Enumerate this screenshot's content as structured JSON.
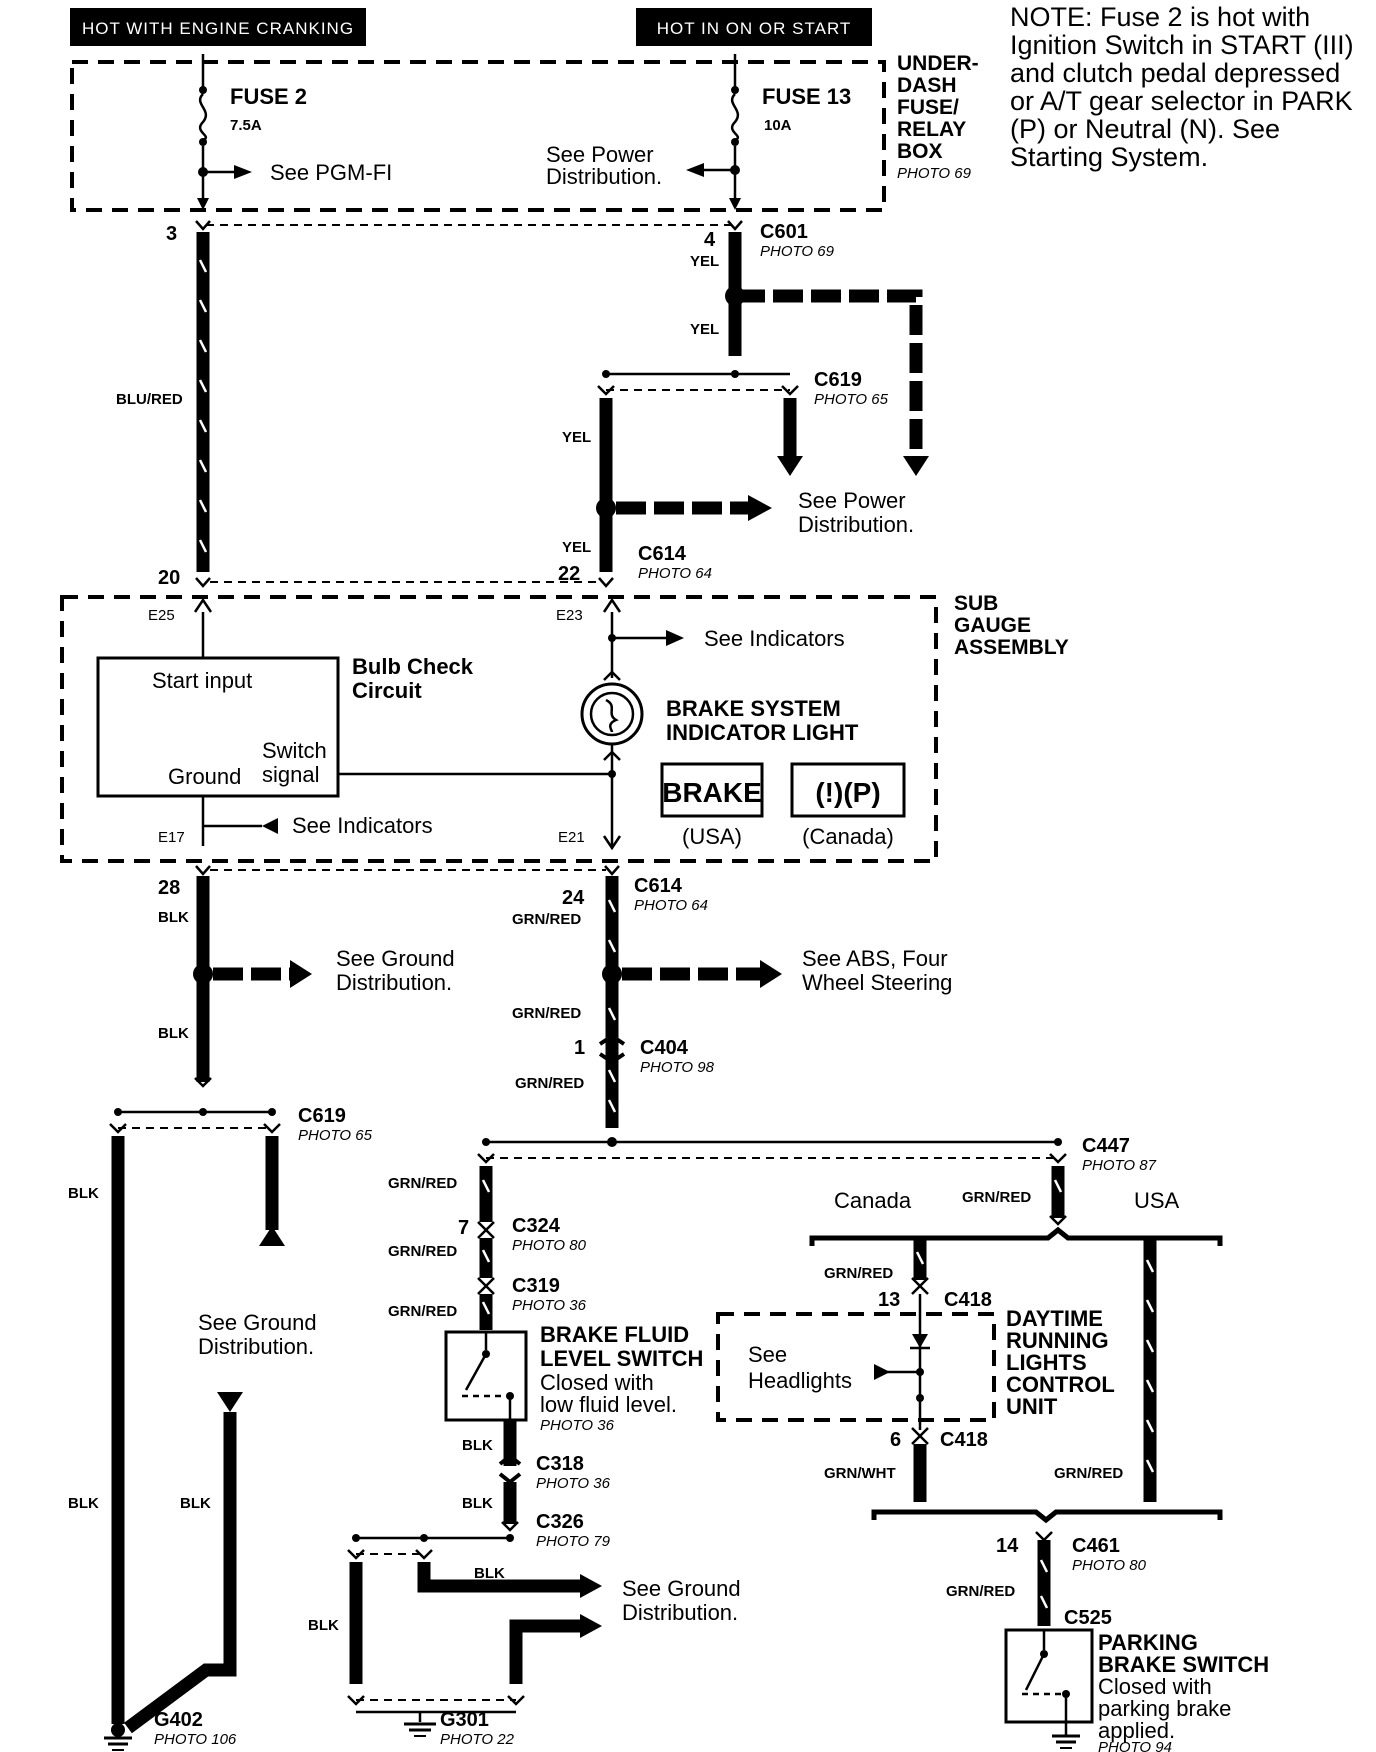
{
  "headers": {
    "engine_cranking": "HOT WITH ENGINE CRANKING",
    "on_or_start": "HOT IN ON OR START"
  },
  "note": [
    "NOTE: Fuse 2 is hot with",
    "Ignition Switch in START (III)",
    "and clutch pedal depressed",
    "or A/T gear selector in PARK",
    "(P) or Neutral (N). See",
    "Starting System."
  ],
  "fusebox": {
    "title": [
      "UNDER-",
      "DASH",
      "FUSE/",
      "RELAY",
      "BOX"
    ],
    "photo": "PHOTO 69",
    "fuse2_name": "FUSE 2",
    "fuse2_amp": "7.5A",
    "fuse13_name": "FUSE 13",
    "fuse13_amp": "10A",
    "see_pgm": "See PGM-FI",
    "see_power": [
      "See Power",
      "Distribution."
    ]
  },
  "connectors": {
    "pin3": "3",
    "pin4": "4",
    "c601": "C601",
    "c601_photo": "PHOTO 69",
    "c619a": "C619",
    "c619a_photo": "PHOTO 65",
    "see_power2": [
      "See Power",
      "Distribution."
    ],
    "pin20": "20",
    "pin22": "22",
    "c614a": "C614",
    "c614a_photo": "PHOTO 64",
    "pin28": "28",
    "pin24": "24",
    "c614b": "C614",
    "c614b_photo": "PHOTO 64",
    "pin1": "1",
    "c404": "C404",
    "c404_photo": "PHOTO 98",
    "c619b": "C619",
    "c619b_photo": "PHOTO 65",
    "c447": "C447",
    "c447_photo": "PHOTO 87",
    "pin7": "7",
    "c324": "C324",
    "c324_photo": "PHOTO 80",
    "c319": "C319",
    "c319_photo": "PHOTO 36",
    "c318": "C318",
    "c318_photo": "PHOTO 36",
    "c326": "C326",
    "c326_photo": "PHOTO 79",
    "pin13": "13",
    "c418a": "C418",
    "pin6": "6",
    "c418b": "C418",
    "pin14": "14",
    "c461": "C461",
    "c461_photo": "PHOTO 80",
    "c525": "C525"
  },
  "wires": {
    "yel": "YEL",
    "blu_red": "BLU/RED",
    "blk": "BLK",
    "grn_red": "GRN/RED",
    "grn_wht": "GRN/WHT"
  },
  "gauge": {
    "title": [
      "SUB",
      "GAUGE",
      "ASSEMBLY"
    ],
    "e25": "E25",
    "e23": "E23",
    "e17": "E17",
    "e21": "E21",
    "bulb_check": [
      "Bulb Check",
      "Circuit"
    ],
    "start_input": "Start input",
    "switch_signal": [
      "Switch",
      "signal"
    ],
    "ground": "Ground",
    "see_indicators": "See Indicators",
    "brake_light": [
      "BRAKE SYSTEM",
      "INDICATOR LIGHT"
    ],
    "brake_symbol": "BRAKE",
    "canada_symbol": "(!)(P)",
    "usa": "(USA)",
    "canada": "(Canada)"
  },
  "lower": {
    "see_ground": [
      "See Ground",
      "Distribution."
    ],
    "see_abs": [
      "See ABS, Four",
      "Wheel Steering"
    ],
    "canada": "Canada",
    "usa": "USA",
    "bfls_title": [
      "BRAKE FLUID",
      "LEVEL SWITCH"
    ],
    "bfls_desc": [
      "Closed with",
      "low fluid level."
    ],
    "bfls_photo": "PHOTO 36",
    "drl_title": [
      "DAYTIME",
      "RUNNING",
      "LIGHTS",
      "CONTROL",
      "UNIT"
    ],
    "see_headlights": [
      "See",
      "Headlights"
    ],
    "pbs_title": [
      "PARKING",
      "BRAKE SWITCH"
    ],
    "pbs_desc": [
      "Closed with",
      "parking brake",
      "applied."
    ],
    "pbs_photo": "PHOTO 94",
    "g402": "G402",
    "g402_photo": "PHOTO 106",
    "g301": "G301",
    "g301_photo": "PHOTO 22"
  }
}
